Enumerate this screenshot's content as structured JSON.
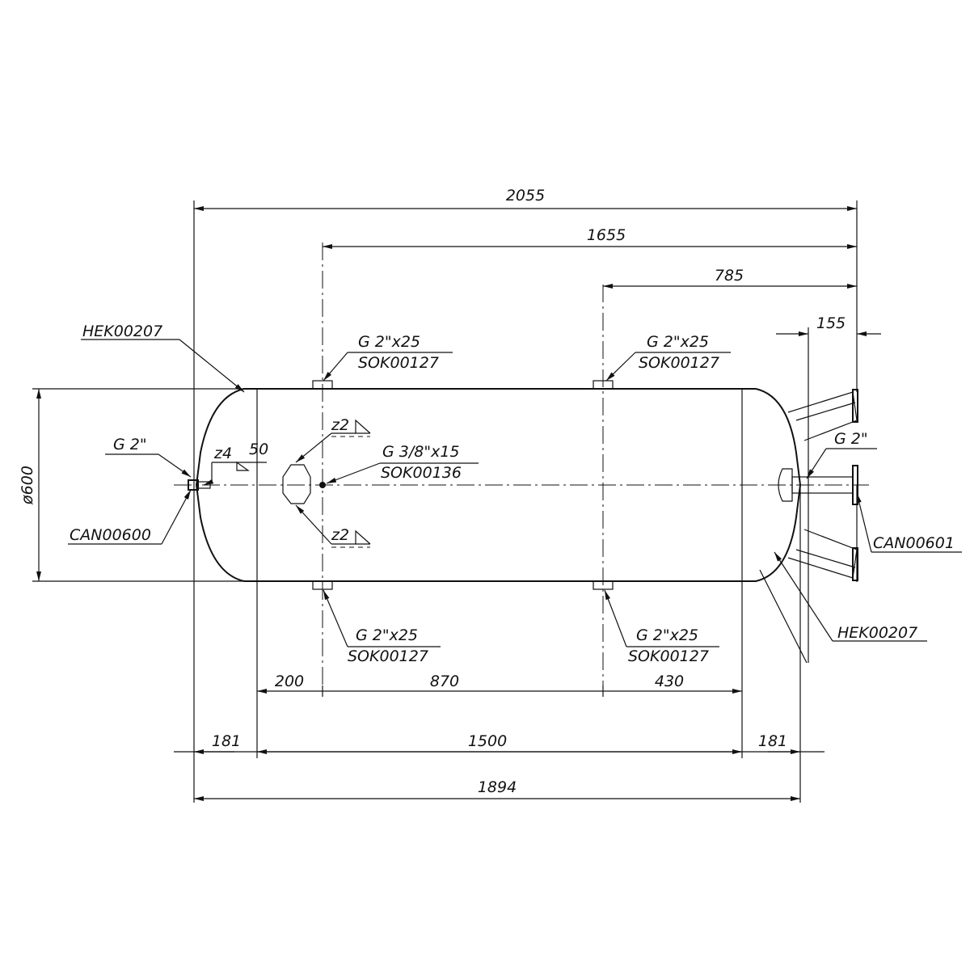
{
  "dimensions": {
    "overall_length": "2055",
    "nozzle_span": "1655",
    "right_nozzle_span": "785",
    "flange_offset": "155",
    "diameter": "ø600",
    "pitch_1": "200",
    "pitch_2": "870",
    "pitch_3": "430",
    "head_left": "181",
    "shell_length": "1500",
    "head_right": "181",
    "vessel_length": "1894"
  },
  "labels": {
    "head_left": "HEK00207",
    "head_right": "HEK00207",
    "top_left_nozzle": {
      "thread": "G 2\"x25",
      "code": "SOK00127"
    },
    "top_right_nozzle": {
      "thread": "G 2\"x25",
      "code": "SOK00127"
    },
    "bottom_left_nozzle": {
      "thread": "G 2\"x25",
      "code": "SOK00127"
    },
    "bottom_right_nozzle": {
      "thread": "G 2\"x25",
      "code": "SOK00127"
    },
    "left_fitting": "G 2\"",
    "left_cap": "CAN00600",
    "right_fitting": "G 2\"",
    "right_cap": "CAN00601",
    "center_socket": {
      "thread": "G 3/8\"x15",
      "code": "SOK00136"
    },
    "weld_top": "z2",
    "weld_bottom": "z2",
    "weld_left": "z4",
    "weld_left_length": "50"
  }
}
